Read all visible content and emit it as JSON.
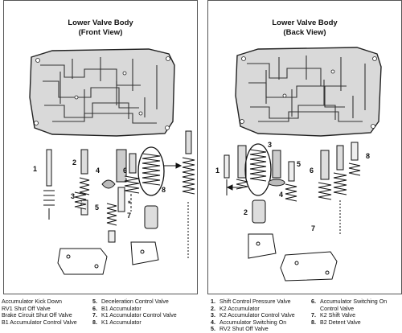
{
  "panels": [
    {
      "title_line1": "Lower Valve Body",
      "title_line2": "(Front View)",
      "callouts": [
        "1",
        "2",
        "3",
        "4",
        "5",
        "6",
        "7",
        "8",
        "*"
      ]
    },
    {
      "title_line1": "Lower Valve Body",
      "title_line2": "(Back View)",
      "callouts": [
        "1",
        "2",
        "3",
        "4",
        "5",
        "6",
        "7",
        "8"
      ]
    }
  ],
  "legend_front": {
    "col1": [
      "Accumulator Kick Down",
      "RV1 Shut Off Valve",
      "Brake Circuit Shut Off Valve",
      "B1 Accumulator Control Valve"
    ],
    "col2": [
      {
        "num": "5.",
        "text": "Deceleration Control Valve"
      },
      {
        "num": "6.",
        "text": "B1 Accumulator"
      },
      {
        "num": "7.",
        "text": "K1 Accumulator Control Valve"
      },
      {
        "num": "8.",
        "text": "K1 Accumulator"
      }
    ]
  },
  "legend_back": {
    "col1": [
      {
        "num": "1.",
        "text": "Shift Control Pressure Valve"
      },
      {
        "num": "2.",
        "text": "K2 Accumulator"
      },
      {
        "num": "3.",
        "text": "K2 Accumulator Control Valve"
      },
      {
        "num": "4.",
        "text": "Accumulator Switching On"
      },
      {
        "num": "5.",
        "text": "RV2 Shut Off Valve"
      }
    ],
    "col2": [
      {
        "num": "6.",
        "text": "Accumulator Switching On"
      },
      {
        "num": "",
        "text": "Control Valve"
      },
      {
        "num": "7.",
        "text": "K2 Shift Valve"
      },
      {
        "num": "8.",
        "text": "B2 Detent Valve"
      }
    ]
  }
}
